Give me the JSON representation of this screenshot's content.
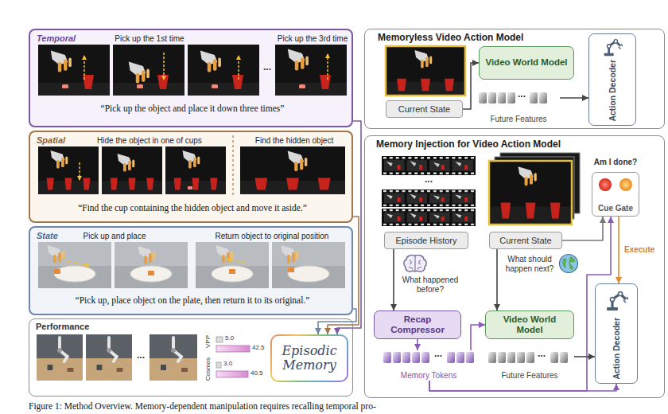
{
  "diagram": {
    "caption": "Figure 1: Method Overview. Memory-dependent manipulation requires recalling temporal pro-",
    "nodes": [
      {
        "text": [
          "Temporal",
          "Pick up the 1st time",
          "Pick up the 3rd time",
          "“Pick up the object and place it down three times”"
        ]
      },
      {
        "text": [
          "Spatial",
          "Hide the object in one of cups",
          "Find the hidden object",
          "“Find the cup containing the hidden object and move it aside.”"
        ]
      },
      {
        "text": [
          "State",
          "Pick up and place",
          "Return object to original position",
          "“Pick up, place object on the plate, then return it to its original.”"
        ]
      },
      {
        "text": [
          "Performance"
        ]
      },
      {
        "text": [
          "Episodic Memory"
        ],
        "in": 3
      },
      {
        "text": [
          "Memoryless Video Action Model"
        ]
      },
      {
        "text": [
          "Current State"
        ],
        "in": 5
      },
      {
        "text": [
          "Video World Model"
        ],
        "in": 5
      },
      {
        "text": [
          "Future Features"
        ],
        "in": 5
      },
      {
        "text": [
          "Action Decoder"
        ],
        "in": 5
      },
      {
        "text": [
          "Memory Injection for Video Action Model"
        ]
      },
      {
        "text": [
          "Episode History"
        ],
        "in": 10
      },
      {
        "text": [
          "Current State"
        ],
        "in": 10
      },
      {
        "text": [
          "Am I done?",
          "Cue Gate"
        ],
        "in": 10
      },
      {
        "text": [
          "Recap Compressor"
        ],
        "in": 10
      },
      {
        "text": [
          "Video World Model"
        ],
        "in": 10
      },
      {
        "text": [
          "Memory Tokens"
        ],
        "in": 10
      },
      {
        "text": [
          "Future Features"
        ],
        "in": 10
      },
      {
        "text": [
          "Action Decoder"
        ],
        "in": 10
      }
    ],
    "edges": [
      {
        "from": 0,
        "to": 4,
        "arrow": "to"
      },
      {
        "from": 1,
        "to": 4,
        "arrow": "to"
      },
      {
        "from": 2,
        "to": 4,
        "arrow": "to"
      },
      {
        "from": 6,
        "to": 7,
        "arrow": "to"
      },
      {
        "from": 8,
        "to": 9,
        "arrow": "to"
      },
      {
        "from": 11,
        "to": 14,
        "arrow": "to"
      },
      {
        "from": 12,
        "to": 15,
        "arrow": "to"
      },
      {
        "from": 12,
        "to": 13,
        "arrow": "to"
      },
      {
        "from": 14,
        "to": 16,
        "arrow": "to"
      },
      {
        "from": 16,
        "to": 15,
        "arrow": "to"
      },
      {
        "from": 16,
        "to": 18,
        "arrow": "to"
      },
      {
        "from": 16,
        "to": 13,
        "arrow": "to"
      },
      {
        "from": 17,
        "to": 18,
        "arrow": "to"
      },
      {
        "from": 13,
        "to": 18,
        "label": "Execute",
        "arrow": "to"
      }
    ],
    "labels": [
      "...",
      "...",
      "VPP",
      "Cosmos",
      "5.0",
      "42.5",
      "3.0",
      "40.5",
      "...",
      "...",
      "What happened before?",
      "What should happen next?",
      "...",
      "..."
    ]
  }
}
